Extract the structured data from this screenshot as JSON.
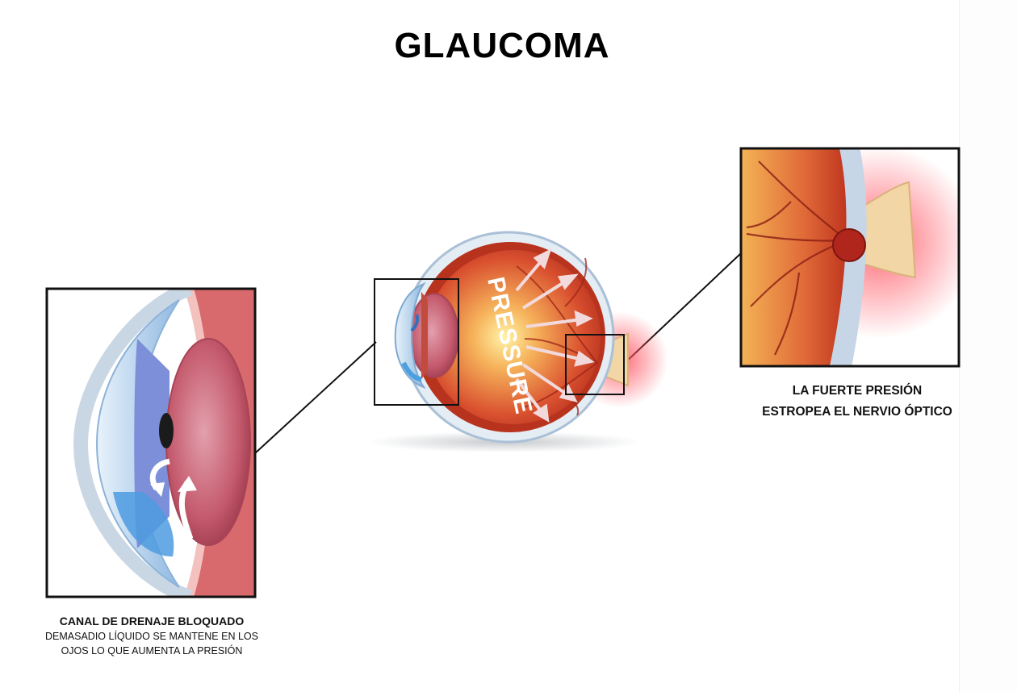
{
  "title": "GLAUCOMA",
  "diagram": {
    "center_label": "PRESSURE"
  },
  "captions": {
    "left_heading": "CANAL DE DRENAJE BLOQUADO",
    "left_line1": "DEMASADIO LÍQUIDO SE MANTENE EN LOS",
    "left_line2": "OJOS LO QUE AUMENTA LA PRESIÓN",
    "right_line1": "LA FUERTE PRESIÓN",
    "right_line2": "ESTROPEA EL NERVIO ÓPTICO"
  },
  "colors": {
    "retina": "#c8402b",
    "sclera": "#dfe8f0",
    "lens": "#c4566b",
    "nerve": "#f3d6a6",
    "cornea": "#9ec7e8",
    "frame": "#111111"
  }
}
